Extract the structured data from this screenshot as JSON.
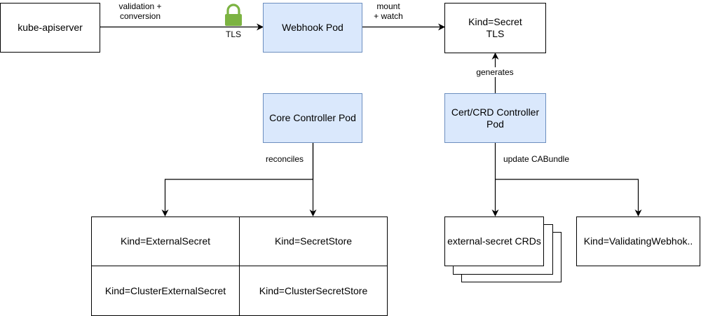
{
  "nodes": {
    "kube_apiserver": "kube-apiserver",
    "webhook_pod": "Webhook Pod",
    "secret_tls": "Kind=Secret\nTLS",
    "core_controller_pod": "Core Controller Pod",
    "cert_crd_controller_pod": "Cert/CRD Controller\nPod",
    "external_secret_crds": "external-secret CRDs",
    "validating_webhook": "Kind=ValidatingWebhok.."
  },
  "edges": {
    "validation_conversion": "validation +\nconversion",
    "tls": "TLS",
    "mount_watch": "mount\n+ watch",
    "generates": "generates",
    "reconciles": "reconciles",
    "update_cabundle": "update CABundle"
  },
  "resource_table": [
    [
      "Kind=ExternalSecret",
      "Kind=SecretStore"
    ],
    [
      "Kind=ClusterExternalSecret",
      "Kind=ClusterSecretStore"
    ]
  ],
  "colors": {
    "highlight_fill": "#dae8fc",
    "highlight_stroke": "#6c8ebf",
    "lock": "#7cb342"
  },
  "icons": {
    "tls_lock": "lock-icon"
  }
}
